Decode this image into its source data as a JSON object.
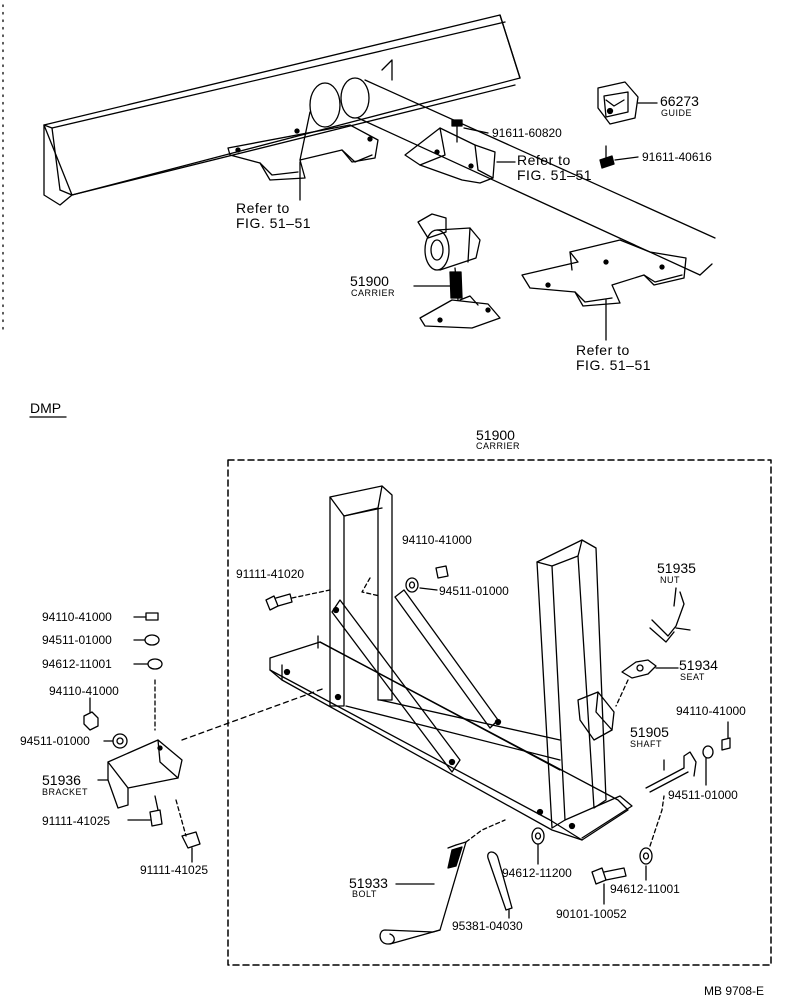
{
  "upper": {
    "ref_left": {
      "line1": "Refer to",
      "line2": "FIG. 51–51"
    },
    "ref_mid": {
      "line1": "Refer to",
      "line2": "FIG. 51–51"
    },
    "ref_bottom": {
      "line1": "Refer to",
      "line2": "FIG. 51–51"
    },
    "p91611_60820": "91611-60820",
    "p91611_40616": "91611-40616",
    "p66273": {
      "num": "66273",
      "name": "GUIDE"
    },
    "p51900": {
      "num": "51900",
      "name": "CARRIER"
    }
  },
  "section_label": "DMP",
  "lower": {
    "carrier": {
      "num": "51900",
      "name": "CARRIER"
    },
    "p94110_a": "94110-41000",
    "p91111_41020": "91111-41020",
    "p94511_a": "94511-01000",
    "p51935": {
      "num": "51935",
      "name": "NUT"
    },
    "p51934": {
      "num": "51934",
      "name": "SEAT"
    },
    "p51905": {
      "num": "51905",
      "name": "SHAFT"
    },
    "p94110_r": "94110-41000",
    "p94511_r": "94511-01000",
    "left_list": [
      "94110-41000",
      "94511-01000",
      "94612-11001"
    ],
    "p94110_l": "94110-41000",
    "p94511_l": "94511-01000",
    "p51936": {
      "num": "51936",
      "name": "BRACKET"
    },
    "p91111_41025_a": "91111-41025",
    "p91111_41025_b": "91111-41025",
    "p51933": {
      "num": "51933",
      "name": "BOLT"
    },
    "p94612_11200": "94612-11200",
    "p95381_04030": "95381-04030",
    "p90101_10052": "90101-10052",
    "p94612_11001": "94612-11001"
  },
  "figure_code": "MB 9708-E"
}
